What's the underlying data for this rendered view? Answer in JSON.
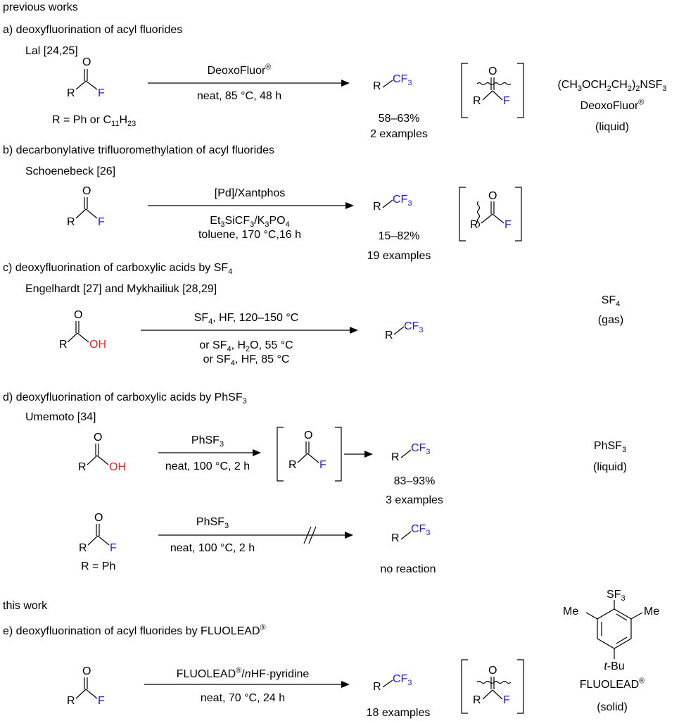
{
  "colors": {
    "fluorine": "#1a1aff",
    "hydroxyl": "#ff1a1a",
    "line": "#000000"
  },
  "headers": {
    "previous_works": "previous works",
    "this_work": "this work"
  },
  "section_a": {
    "title": "a) deoxyfluorination of acyl fluorides",
    "author": "Lal [24,25]",
    "reagent_above": "DeoxoFluor",
    "conditions_below": "neat, 85 °C, 48 h",
    "r_def_prefix": "R = Ph or C",
    "r_def_sub1": "11",
    "r_def_mid": "H",
    "r_def_sub2": "23",
    "yield": "58–63%",
    "examples": "2 examples",
    "reagent_formula": "(CH3OCH2CH2)2NSF3",
    "reagent_name": "DeoxoFluor",
    "reagent_state": "(liquid)"
  },
  "section_b": {
    "title": "b) decarbonylative trifluoromethylation of acyl fluorides",
    "author": "Schoenebeck [26]",
    "reagent_above": "[Pd]/Xantphos",
    "conditions_line1": "Et3SiCF3/K3PO4",
    "conditions_line2": "toluene, 170 °C,16 h",
    "yield": "15–82%",
    "examples": "19 examples"
  },
  "section_c": {
    "title": "c) deoxyfluorination of carboxylic acids by SF",
    "title_sub": "4",
    "author": "Engelhardt [27] and Mykhailiuk [28,29]",
    "conditions_above": "SF4, HF, 120–150 °C",
    "conditions_line1": "or SF4, H2O, 55 °C",
    "conditions_line2": "or SF4, HF, 85 °C",
    "reagent_name": "SF4",
    "reagent_state": "(gas)"
  },
  "section_d": {
    "title": "d) deoxyfluorination of carboxylic acids by PhSF",
    "title_sub": "3",
    "author": "Umemoto [34]",
    "reagent_above": "PhSF3",
    "conditions_below": "neat, 100 °C, 2 h",
    "yield": "83–93%",
    "examples": "3 examples",
    "reagent_above_2": "PhSF3",
    "conditions_below_2": "neat, 100 °C, 2 h",
    "r_def": "R = Ph",
    "no_reaction": "no reaction",
    "reagent_name": "PhSF3",
    "reagent_state": "(liquid)"
  },
  "section_e": {
    "title": "e) deoxyfluorination of acyl fluorides by FLUOLEAD",
    "reagent_above_prefix": "FLUOLEAD",
    "reagent_above_suffix_italic": "n",
    "reagent_above_suffix": "HF·pyridine",
    "conditions_below": "neat, 70 °C, 24 h",
    "examples": "18 examples",
    "reagent_name": "FLUOLEAD",
    "reagent_state": "(solid)",
    "tbu_italic": "t",
    "tbu_rest": "-Bu",
    "me_left": "Me",
    "me_right": "Me",
    "sf3": "SF"
  },
  "atoms": {
    "R": "R",
    "O": "O",
    "F": "F",
    "OH": "OH",
    "CF": "CF",
    "three": "3"
  },
  "trademark": "®"
}
